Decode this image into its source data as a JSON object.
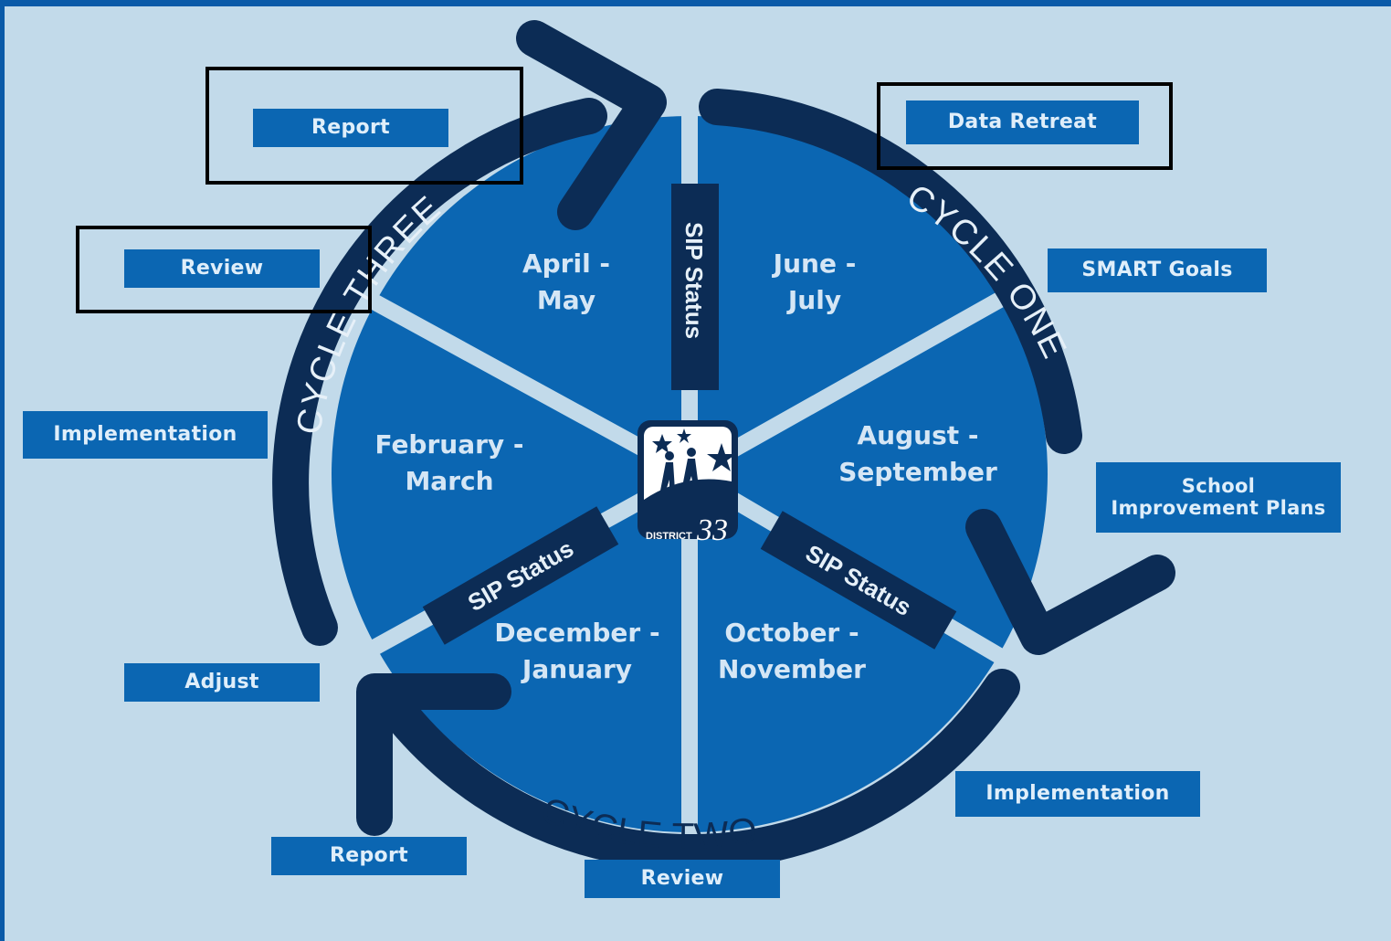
{
  "colors": {
    "frame_blue": "#0a5aa8",
    "background": "#c2daea",
    "wheel_fill": "#0b66b2",
    "arrow_navy": "#0c2c55",
    "tag_fill": "#0b66b2",
    "label_text": "#d5e6f5"
  },
  "cycles": {
    "one": "CYCLE ONE",
    "two": "CYCLE TWO",
    "three": "CYCLE THREE"
  },
  "segments": [
    {
      "line1": "June -",
      "line2": "July"
    },
    {
      "line1": "August -",
      "line2": "September"
    },
    {
      "line1": "October -",
      "line2": "November"
    },
    {
      "line1": "December -",
      "line2": "January"
    },
    {
      "line1": "February -",
      "line2": "March"
    },
    {
      "line1": "April -",
      "line2": "May"
    }
  ],
  "sip_status": "SIP Status",
  "logo": {
    "text": "DISTRICT",
    "number": "33",
    "icon": "district-logo-stars-figures"
  },
  "tags": {
    "data_retreat": "Data Retreat",
    "smart_goals": "SMART Goals",
    "sip_line1": "School",
    "sip_line2": "Improvement Plans",
    "implementation_right": "Implementation",
    "review_bottom": "Review",
    "report_bottom": "Report",
    "adjust": "Adjust",
    "implementation_left": "Implementation",
    "review_top": "Review",
    "report_top": "Report"
  }
}
